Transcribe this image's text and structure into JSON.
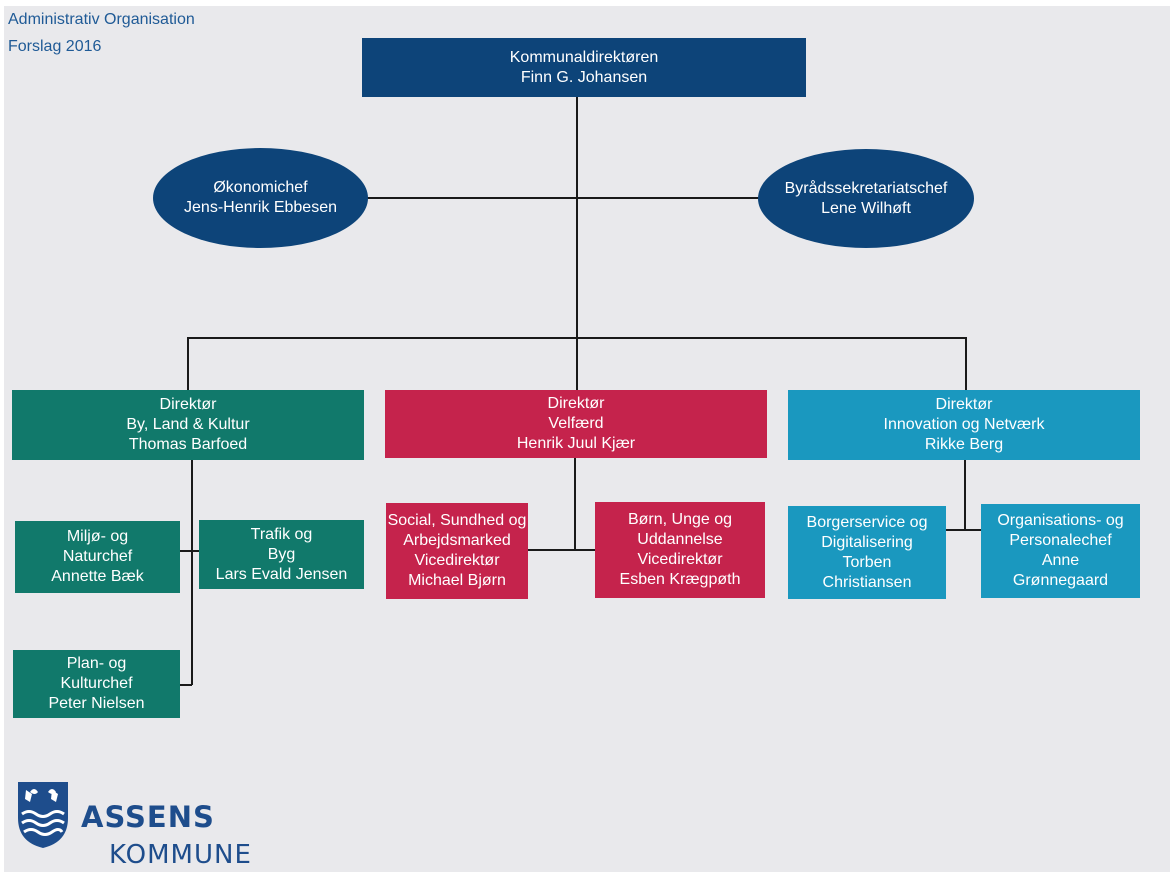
{
  "header": {
    "title": "Administrativ Organisation",
    "subtitle": "Forslag 2016"
  },
  "top": {
    "title": "Kommunaldirektøren",
    "name": "Finn G. Johansen"
  },
  "staff": {
    "left": {
      "title": "Økonomichef",
      "name": "Jens-Henrik Ebbesen"
    },
    "right": {
      "title": "Byrådssekretariatschef",
      "name": "Lene Wilhøft"
    }
  },
  "directors": [
    {
      "role": "Direktør",
      "area": "By, Land & Kultur",
      "name": "Thomas Barfoed"
    },
    {
      "role": "Direktør",
      "area": "Velfærd",
      "name": "Henrik Juul Kjær"
    },
    {
      "role": "Direktør",
      "area": "Innovation  og Netværk",
      "name": "Rikke Berg"
    }
  ],
  "units": {
    "miljo": [
      "Miljø- og",
      "Naturchef",
      "Annette Bæk"
    ],
    "trafik": [
      "Trafik og",
      "Byg",
      "Lars Evald Jensen"
    ],
    "plan": [
      "Plan- og",
      "Kulturchef",
      "Peter Nielsen"
    ],
    "social": [
      "Social, Sundhed og",
      "Arbejdsmarked",
      "Vicedirektør",
      "Michael Bjørn"
    ],
    "born": [
      "Børn, Unge og",
      "Uddannelse",
      "Vicedirektør",
      "Esben Krægpøth"
    ],
    "borgerservice": [
      "Borgerservice og",
      "Digitalisering",
      "Torben",
      "Christiansen"
    ],
    "organisation": [
      "Organisations- og",
      "Personalechef",
      "Anne",
      "Grønnegaard"
    ]
  },
  "logo": {
    "line1": "ASSENS",
    "line2": "KOMMUNE"
  },
  "colors": {
    "navy": "#0d4479",
    "green": "#11796b",
    "red": "#c5234c",
    "teal": "#1a98bf",
    "header_text": "#1f5a96"
  }
}
